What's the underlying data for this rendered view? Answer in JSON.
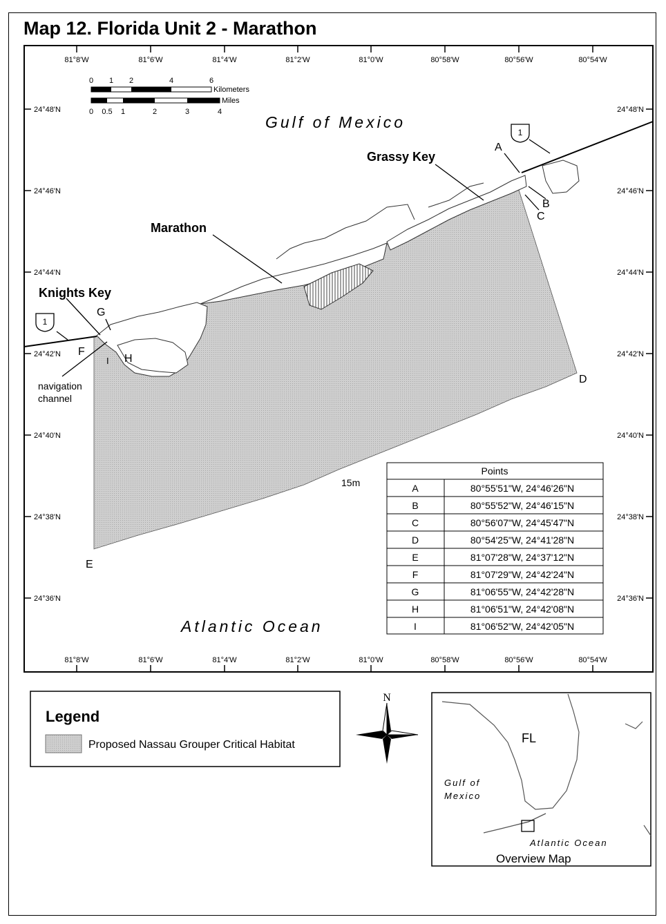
{
  "title": "Map 12. Florida Unit 2 - Marathon",
  "longitude_ticks": [
    "81°8'W",
    "81°6'W",
    "81°4'W",
    "81°2'W",
    "81°0'W",
    "80°58'W",
    "80°56'W",
    "80°54'W"
  ],
  "latitude_ticks": [
    "24°48'N",
    "24°46'N",
    "24°44'N",
    "24°42'N",
    "24°40'N",
    "24°38'N",
    "24°36'N"
  ],
  "scale": {
    "km_labels": [
      "0",
      "1",
      "2",
      "4",
      "6"
    ],
    "km_unit": "Kilometers",
    "mi_labels": [
      "0",
      "0.5",
      "1",
      "2",
      "3",
      "4"
    ],
    "mi_unit": "Miles"
  },
  "water_labels": {
    "gulf": "Gulf of Mexico",
    "atlantic": "Atlantic Ocean"
  },
  "place_labels": {
    "grassy_key": "Grassy Key",
    "marathon": "Marathon",
    "knights_key": "Knights Key",
    "highway": "1",
    "nav_line1": "navigation",
    "nav_line2": "channel",
    "depth": "15m"
  },
  "point_letters": [
    "A",
    "B",
    "C",
    "D",
    "E",
    "F",
    "G",
    "H",
    "I"
  ],
  "points_table": {
    "header": "Points",
    "rows": [
      {
        "id": "A",
        "coord": "80°55'51\"W, 24°46'26\"N"
      },
      {
        "id": "B",
        "coord": "80°55'52\"W, 24°46'15\"N"
      },
      {
        "id": "C",
        "coord": "80°56'07\"W, 24°45'47\"N"
      },
      {
        "id": "D",
        "coord": "80°54'25\"W, 24°41'28\"N"
      },
      {
        "id": "E",
        "coord": "81°07'28\"W, 24°37'12\"N"
      },
      {
        "id": "F",
        "coord": "81°07'29\"W, 24°42'24\"N"
      },
      {
        "id": "G",
        "coord": "81°06'55\"W, 24°42'28\"N"
      },
      {
        "id": "H",
        "coord": "81°06'51\"W, 24°42'08\"N"
      },
      {
        "id": "I",
        "coord": "81°06'52\"W, 24°42'05\"N"
      }
    ]
  },
  "legend": {
    "title": "Legend",
    "item": "Proposed Nassau Grouper Critical Habitat",
    "swatch_color": "#c8c8c8"
  },
  "north_arrow": "N",
  "overview": {
    "state": "FL",
    "gulf_line1": "Gulf of",
    "gulf_line2": "Mexico",
    "ocean": "Atlantic Ocean",
    "caption": "Overview Map"
  }
}
